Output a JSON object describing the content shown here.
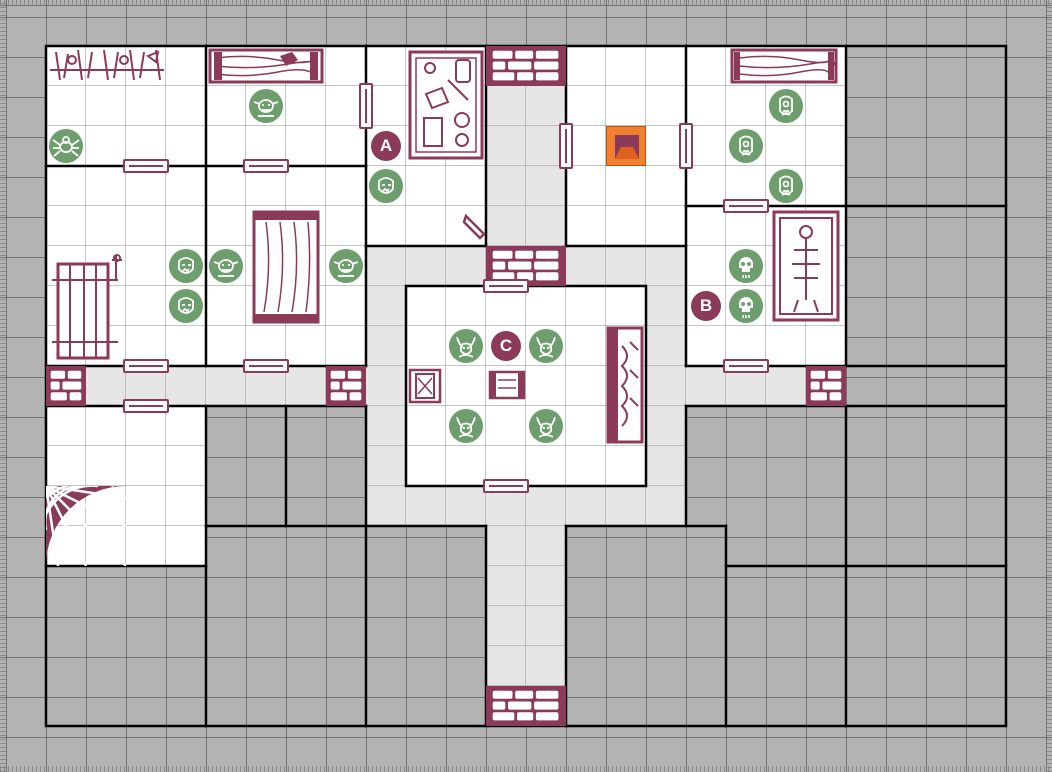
{
  "map": {
    "grid": {
      "columns": 26,
      "rows": 19
    },
    "colors": {
      "wall": "#000000",
      "room_floor": "#ffffff",
      "corridor_floor": "#e6e6e6",
      "unexplored": "#b3b3b3",
      "furniture": "#8c3a5a",
      "monster": "#6e9e6e",
      "exit": "#f08030"
    },
    "markers": [
      {
        "id": "A",
        "label": "A"
      },
      {
        "id": "B",
        "label": "B"
      },
      {
        "id": "C",
        "label": "C"
      }
    ],
    "monsters": [
      {
        "type": "spider",
        "icon": "spider-icon"
      },
      {
        "type": "goblin",
        "icon": "goblin-icon"
      },
      {
        "type": "goblin",
        "icon": "goblin-icon"
      },
      {
        "type": "goblin",
        "icon": "goblin-icon"
      },
      {
        "type": "orc",
        "icon": "orc-icon"
      },
      {
        "type": "orc",
        "icon": "orc-icon"
      },
      {
        "type": "orc",
        "icon": "orc-icon"
      },
      {
        "type": "fimir",
        "icon": "fimir-icon"
      },
      {
        "type": "fimir",
        "icon": "fimir-icon"
      },
      {
        "type": "fimir",
        "icon": "fimir-icon"
      },
      {
        "type": "skeleton",
        "icon": "skeleton-icon"
      },
      {
        "type": "skeleton",
        "icon": "skeleton-icon"
      },
      {
        "type": "gargoyle",
        "icon": "gargoyle-icon"
      },
      {
        "type": "gargoyle",
        "icon": "gargoyle-icon"
      },
      {
        "type": "gargoyle",
        "icon": "gargoyle-icon"
      },
      {
        "type": "gargoyle",
        "icon": "gargoyle-icon"
      }
    ],
    "furniture": [
      {
        "name": "weapons-rack",
        "icon": "weapons-rack-icon"
      },
      {
        "name": "cupboard",
        "icon": "cupboard-icon"
      },
      {
        "name": "alchemist-bench",
        "icon": "alchemist-bench-icon"
      },
      {
        "name": "cupboard",
        "icon": "cupboard-icon"
      },
      {
        "name": "rack",
        "icon": "rack-icon"
      },
      {
        "name": "table",
        "icon": "table-icon"
      },
      {
        "name": "tomb",
        "icon": "tomb-icon"
      },
      {
        "name": "throne",
        "icon": "throne-icon"
      },
      {
        "name": "fireplace",
        "icon": "fireplace-icon"
      },
      {
        "name": "chest",
        "icon": "chest-icon"
      },
      {
        "name": "stairway",
        "icon": "stairway-icon"
      },
      {
        "name": "exit-trapdoor",
        "icon": "exit-icon"
      }
    ]
  }
}
